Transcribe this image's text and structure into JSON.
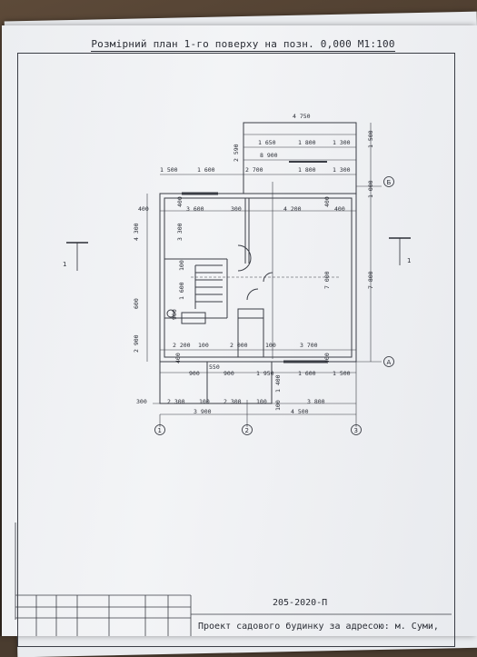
{
  "document": {
    "title": "Розмірний план 1-го поверху на позн. 0,000 М1:100",
    "stamp_code": "205-2020-П",
    "stamp_text": "Проект садового будинку за адресою: м. Суми,"
  },
  "plan": {
    "axes_vertical": [
      "1",
      "2",
      "3"
    ],
    "axes_horizontal": [
      "А",
      "Б"
    ],
    "section_marks": [
      "1",
      "1"
    ],
    "dims": {
      "d4750": "4 750",
      "d1650": "1 650",
      "d1800a": "1 800",
      "d1300a": "1 300",
      "d8900": "8 900",
      "d1500a": "1 500",
      "d1600a": "1 600",
      "d2700": "2 700",
      "d1800b": "1 800",
      "d1300b": "1 300",
      "d2590": "2 590",
      "d1500v": "1 500",
      "d1000v": "1 000",
      "d400a": "400",
      "d3600": "3 600",
      "d300a": "300",
      "d4200": "4 200",
      "d400b": "400",
      "d400c": "400",
      "d400d": "400",
      "d4300": "4 300",
      "d3300": "3 300",
      "d7000": "7 000",
      "d7800": "7 800",
      "d600": "600",
      "d2900": "2 900",
      "d1600v": "1 600",
      "d100v": "100",
      "d900v": "900",
      "d2200": "2 200",
      "d100a": "100",
      "d2000": "2 000",
      "d100b": "100",
      "d3700": "3 700",
      "d400e": "400",
      "d400f": "400",
      "d900a": "900",
      "d550": "550",
      "d900b": "900",
      "d1950": "1 950",
      "d1600b": "1 600",
      "d1500b": "1 500",
      "d300b": "300",
      "d2300a": "2 300",
      "d100c": "100",
      "d2300b": "2 300",
      "d100d": "100",
      "d1400": "1 400",
      "d100e": "100",
      "d3800": "3 800",
      "d3900": "3 900",
      "d4500": "4 500"
    }
  }
}
